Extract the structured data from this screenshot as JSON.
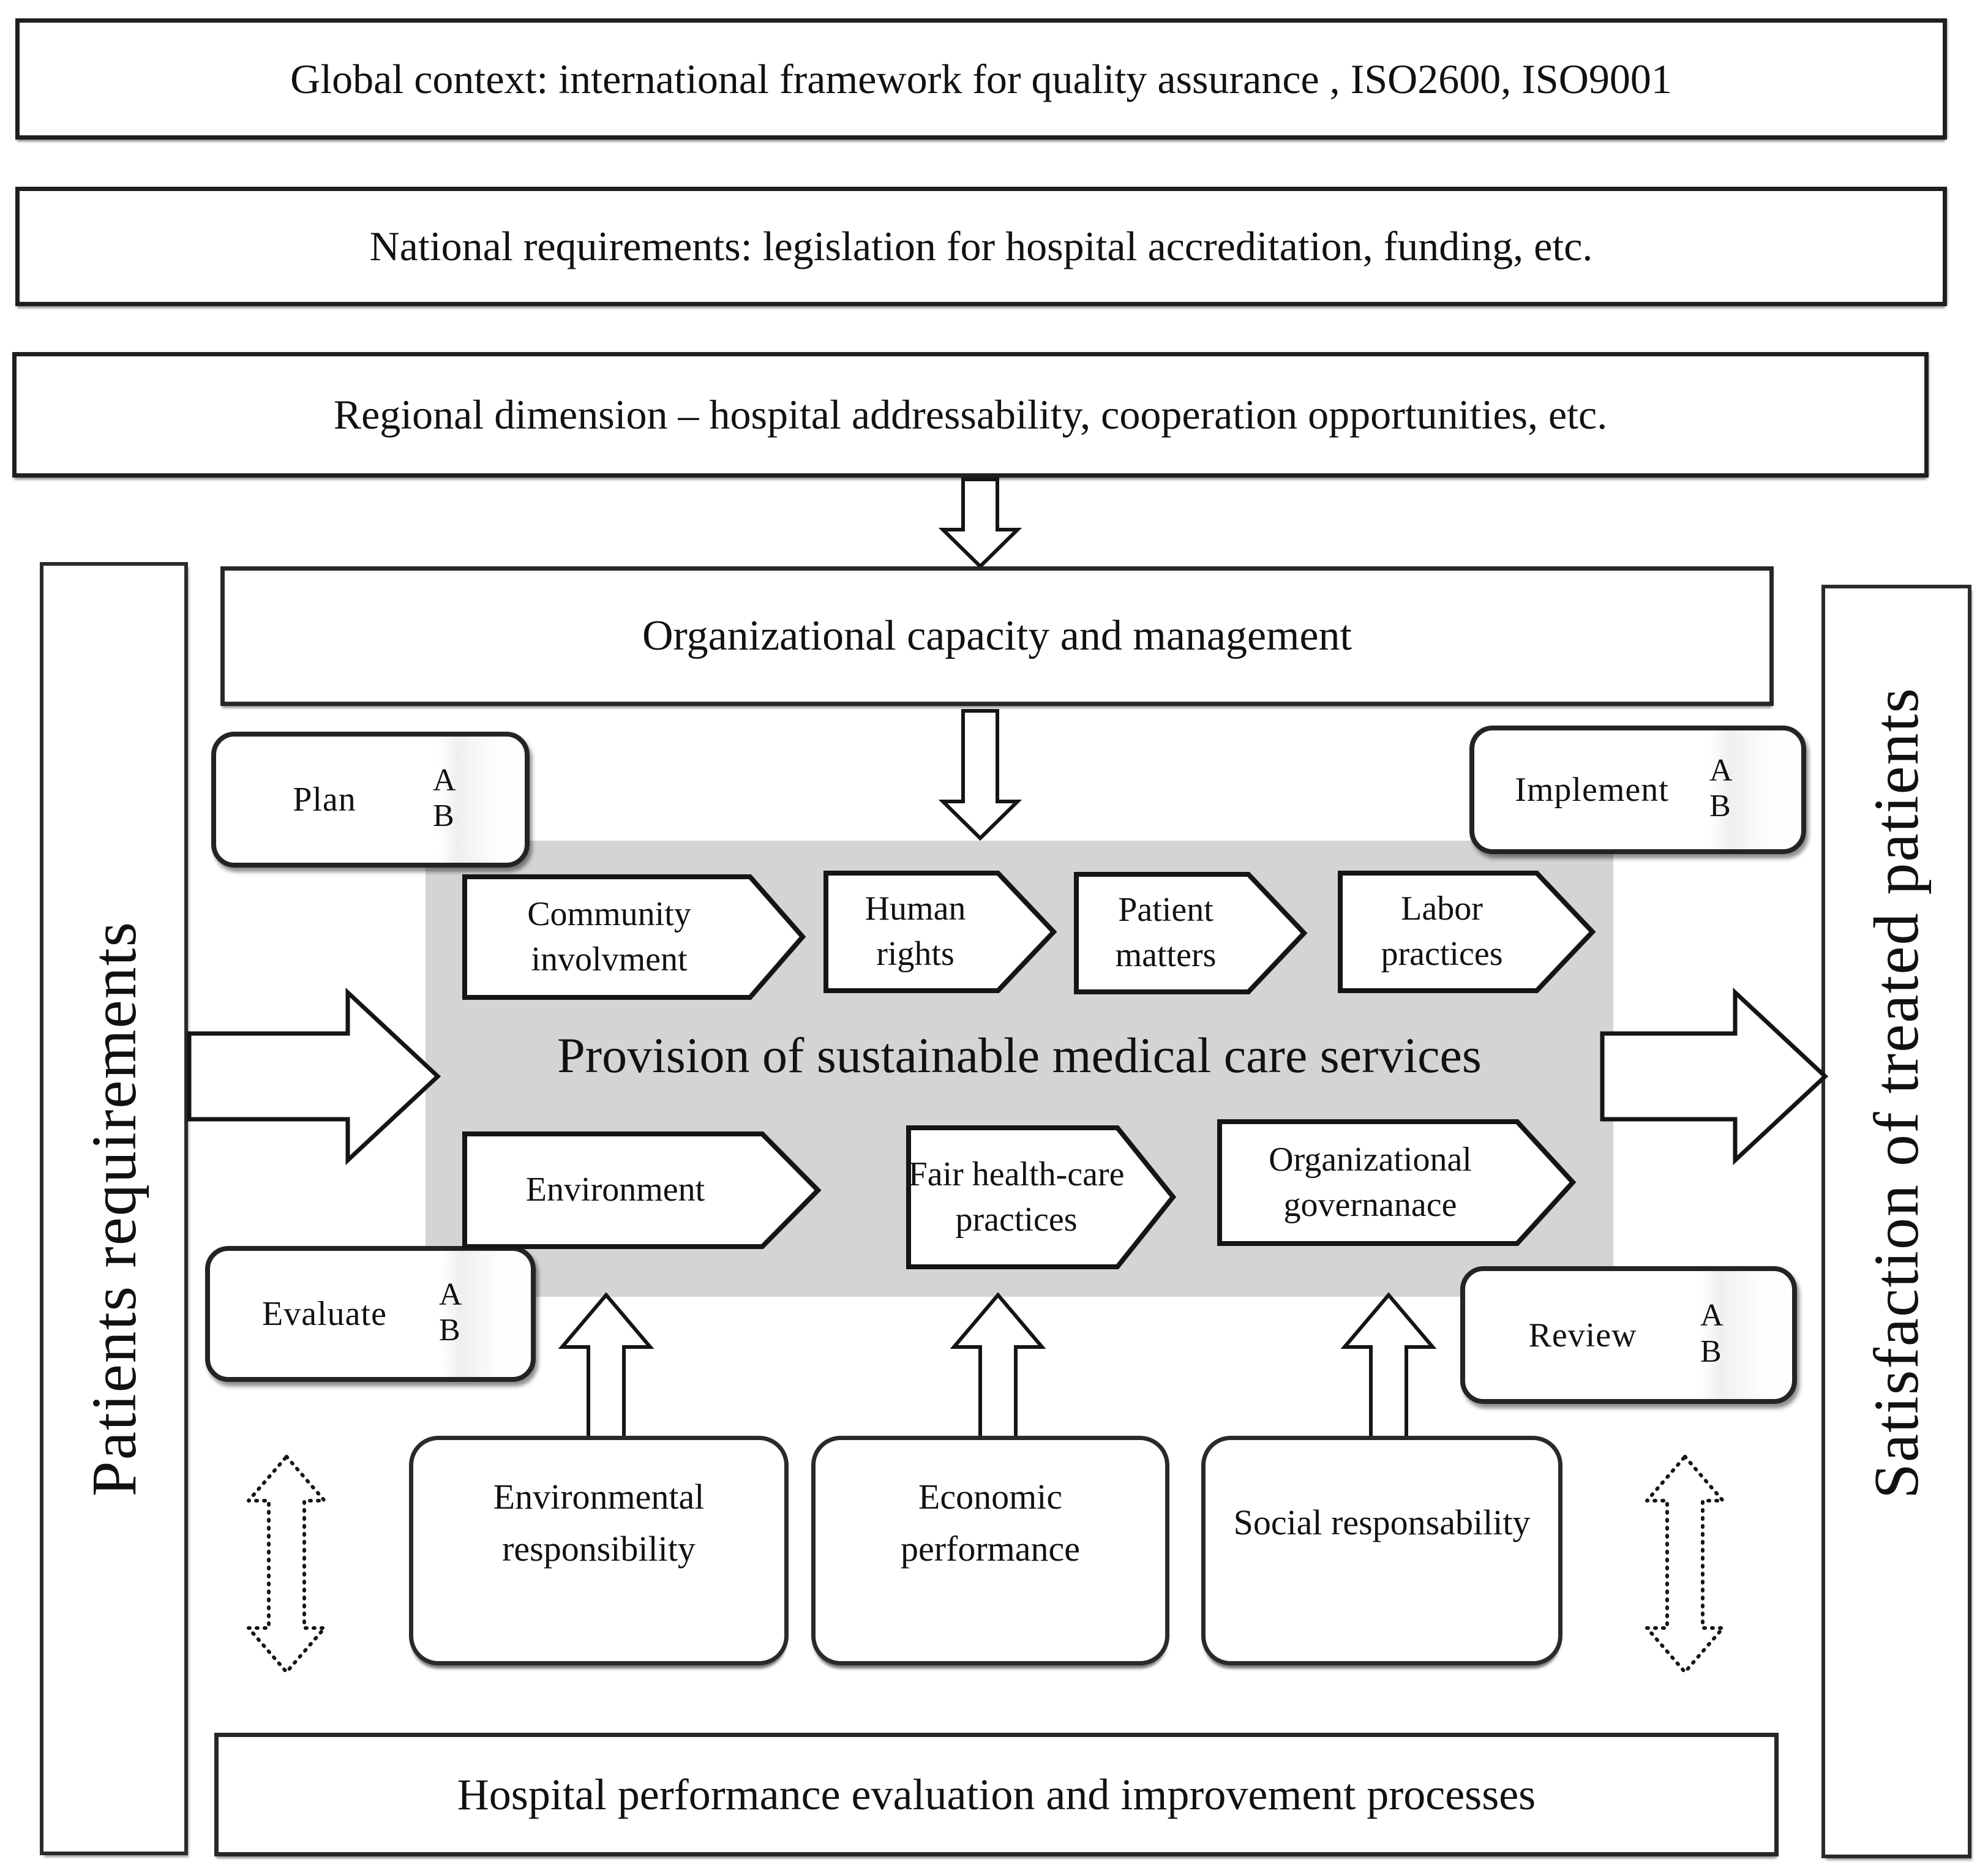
{
  "context_bars": {
    "global": "Global context: international framework for quality assurance , ISO2600, ISO9001",
    "national": "National requirements: legislation for hospital accreditation, funding, etc.",
    "regional": "Regional dimension  – hospital addressability, cooperation opportunities, etc."
  },
  "side_bars": {
    "left": "Patients requirements",
    "right": "Satisfaction of treated patients"
  },
  "management": {
    "capacity": "Organizational capacity and management",
    "evaluation": "Hospital performance evaluation and improvement processes"
  },
  "pdca": {
    "plan": "Plan",
    "implement": "Implement",
    "evaluate": "Evaluate",
    "review": "Review",
    "a": "A",
    "b": "B"
  },
  "core": {
    "title": "Provision of sustainable medical care services",
    "top_chevrons": [
      "Community involvment",
      "Human rights",
      "Patient matters",
      "Labor practices"
    ],
    "bottom_chevrons": [
      "Environment",
      "Fair health-care practices",
      "Organizational governanace"
    ]
  },
  "pillars": [
    "Environmental responsibility",
    "Economic performance",
    "Social responsability"
  ],
  "colors": {
    "core_background": "#d4d4d4",
    "line": "#1f1f1f"
  }
}
